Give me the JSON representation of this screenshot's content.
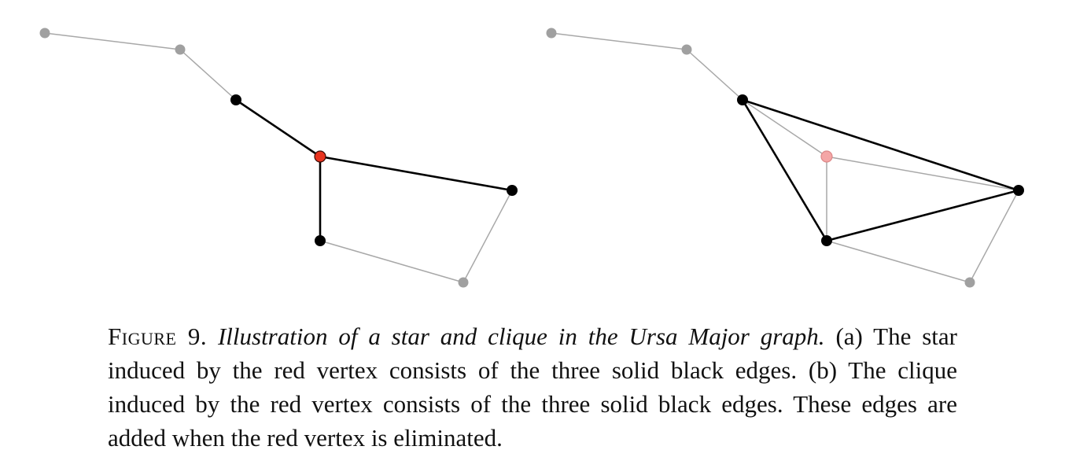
{
  "figure": {
    "label": "Figure 9.",
    "title": "Illustration of a star and clique in the Ursa Major graph.",
    "panel_a_label": "(a)",
    "panel_a_text": "The star induced by the red vertex consists of the three solid black edges.",
    "panel_b_label": "(b)",
    "panel_b_text": "The clique induced by the red vertex consists of the three solid black edges. These edges are added when the red vertex is eliminated."
  },
  "colors": {
    "gray_node": "#a0a0a0",
    "gray_edge": "#a8a8a8",
    "black": "#000000",
    "red_vertex": "#e8341f",
    "eliminated_vertex": "#f4a6a6"
  }
}
